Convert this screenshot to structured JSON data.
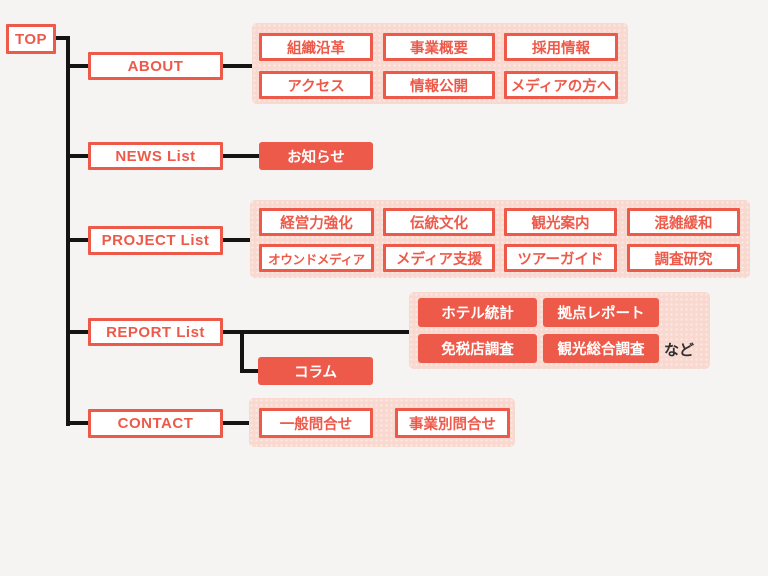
{
  "diagram": {
    "root_label": "TOP",
    "note_label": "など",
    "sections": [
      {
        "label": "ABOUT",
        "children": [
          "組織沿革",
          "事業概要",
          "採用情報",
          "アクセス",
          "情報公開",
          "メディアの方へ"
        ]
      },
      {
        "label": "NEWS List",
        "children": [
          "お知らせ"
        ]
      },
      {
        "label": "PROJECT List",
        "children": [
          "経営力強化",
          "伝統文化",
          "観光案内",
          "混雑緩和",
          "オウンドメディア",
          "メディア支援",
          "ツアーガイド",
          "調査研究"
        ]
      },
      {
        "label": "REPORT List",
        "children": [
          "ホテル統計",
          "拠点レポート",
          "免税店調査",
          "観光総合調査",
          "コラム"
        ]
      },
      {
        "label": "CONTACT",
        "children": [
          "一般問合せ",
          "事業別問合せ"
        ]
      }
    ],
    "colors": {
      "accent_red": "#ed5a4a",
      "panel_pink": "#f8d8cf",
      "line_black": "#141414",
      "background": "#f5f4f2",
      "box_white": "#ffffff",
      "note_text": "#2f2f2f"
    }
  }
}
